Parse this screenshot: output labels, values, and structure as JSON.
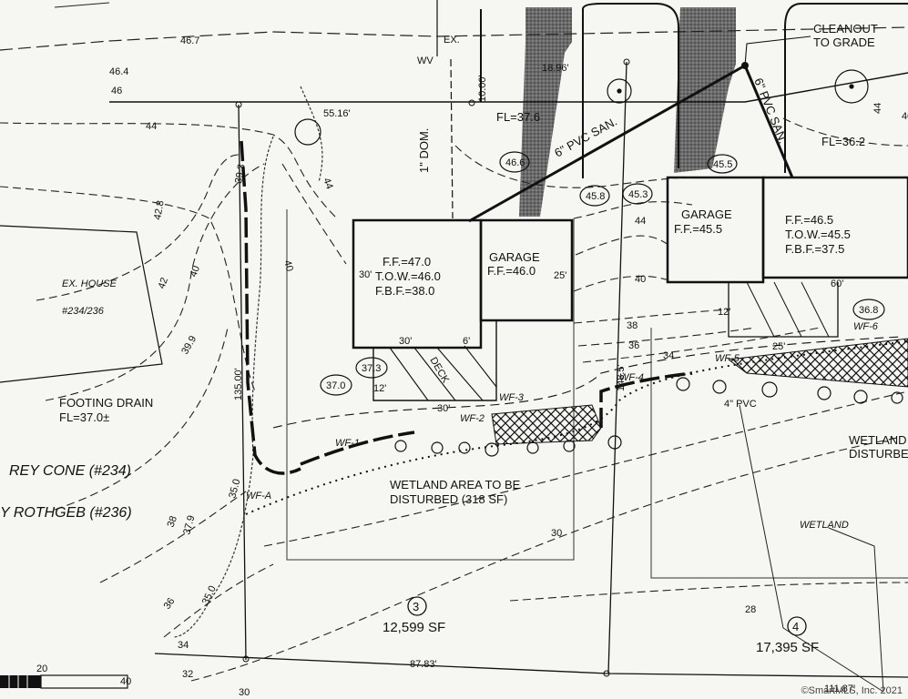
{
  "labels": {
    "cleanout": [
      "CLEANOUT",
      "TO GRADE"
    ],
    "ex_label": "EX.",
    "wv": "WV",
    "ten_ft": "10.00'",
    "dim_1896": "18.96'",
    "dim_5516": "55.16'",
    "fl_37": "FL=37.6",
    "pvc_san_1": "6\" PVC SAN.",
    "pvc_san_2": "6\" PVC SAN.",
    "dom": "1\" DOM.",
    "fl_362": "FL=36.2",
    "ex_house": [
      "EX. HOUSE",
      "#234/236"
    ],
    "house3": [
      "F.F.=47.0",
      "T.O.W.=46.0",
      "F.B.F.=38.0"
    ],
    "garage3": [
      "GARAGE",
      "F.F.=46.0"
    ],
    "garage4": [
      "GARAGE",
      "F.F.=45.5"
    ],
    "house4": [
      "F.F.=46.5",
      "T.O.W.=45.5",
      "F.B.F.=37.5"
    ],
    "deck": "DECK",
    "footing": [
      "FOOTING DRAIN",
      "FL=37.0±"
    ],
    "cone": "REY CONE (#234)",
    "rothgeb": "Y ROTHGEB (#236)",
    "wetland_disturbed": [
      "WETLAND AREA TO BE",
      "DISTURBED (318 SF)"
    ],
    "wetland_right": [
      "WETLAND A",
      "DISTURBE"
    ],
    "wetland": "WETLAND",
    "pvc4": "4\" PVC",
    "lot3_num": "3",
    "lot3_area": "12,599 SF",
    "lot4_num": "4",
    "lot4_area": "17,395 SF",
    "dim_30a": "30'",
    "dim_30b": "30'",
    "dim_30c": "30'",
    "dim_6": "6'",
    "dim_12a": "12'",
    "dim_12b": "12'",
    "dim_25a": "25'",
    "dim_25b": "25'",
    "dim_60": "60'",
    "dim_135": "135.00'",
    "dim_1485": "148.5'",
    "dim_8783": "87.83'",
    "dim_11187": "111.87'",
    "spot": [
      "46.4",
      "46",
      "46.7",
      "42.8",
      "39.9",
      "37.9",
      "35.0",
      "39.3",
      "35.0"
    ],
    "circled": [
      "46.6",
      "45.8",
      "45.3",
      "45.5",
      "37.3",
      "37.0",
      "36.8"
    ],
    "contours_left": [
      "44",
      "42",
      "40",
      "38",
      "36",
      "34",
      "32",
      "30"
    ],
    "contour_tags": [
      "44",
      "40",
      "44",
      "40",
      "38",
      "36",
      "34",
      "44",
      "40",
      "30",
      "28"
    ],
    "wf": [
      "WF-A",
      "WF-1",
      "WF-2",
      "WF-3",
      "WF-4",
      "WF-5",
      "WF-6"
    ],
    "scale": [
      "20",
      "40"
    ]
  },
  "copyright": "©SmartMLS, Inc. 2021"
}
